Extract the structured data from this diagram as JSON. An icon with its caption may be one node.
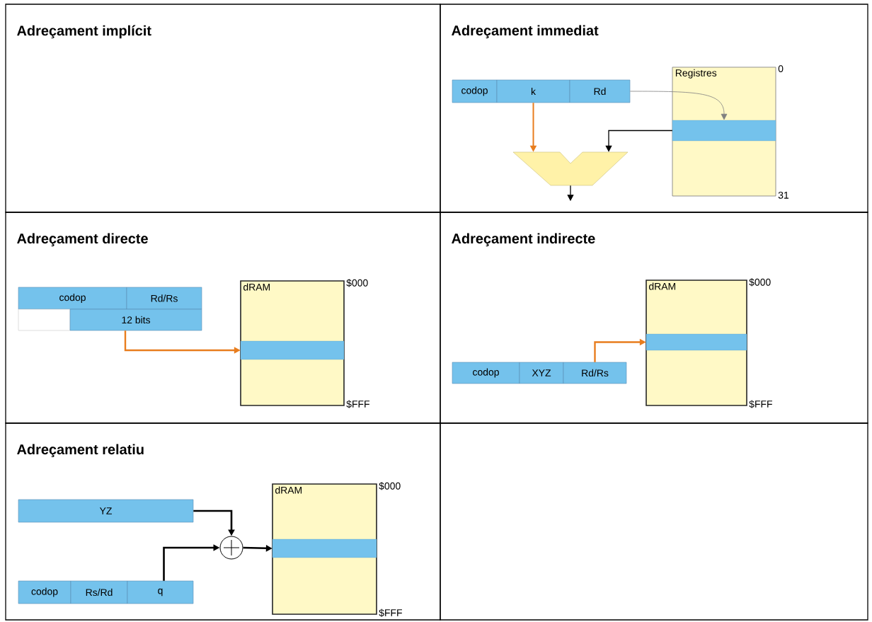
{
  "diagram": {
    "nodes": [
      {
        "text": [
          "Adreçament implícit"
        ]
      },
      {
        "text": [
          "Adreçament immediat"
        ]
      },
      {
        "text": [
          "codop"
        ],
        "in": 1
      },
      {
        "text": [
          "k"
        ],
        "in": 1
      },
      {
        "text": [
          "Rd"
        ],
        "in": 1
      },
      {
        "text": [
          "Registres"
        ],
        "in": 1,
        "beside": [
          "0",
          "31"
        ]
      },
      {
        "text": [],
        "shape": "box",
        "in": 5
      },
      {
        "text": [],
        "shape": "trapezoid",
        "in": 1
      },
      {
        "text": [
          "Adreçament directe"
        ]
      },
      {
        "text": [
          "codop"
        ],
        "in": 8
      },
      {
        "text": [
          "Rd/Rs"
        ],
        "in": 8
      },
      {
        "text": [],
        "shape": "box",
        "in": 8
      },
      {
        "text": [
          "12 bits"
        ],
        "in": 8
      },
      {
        "text": [
          "dRAM"
        ],
        "in": 8,
        "beside": [
          "$000",
          "$FFF"
        ]
      },
      {
        "text": [],
        "shape": "box",
        "in": 13
      },
      {
        "text": [
          "Adreçament indirecte"
        ]
      },
      {
        "text": [
          "dRAM"
        ],
        "in": 15,
        "beside": [
          "$000",
          "$FFF"
        ]
      },
      {
        "text": [],
        "shape": "box",
        "in": 16
      },
      {
        "text": [
          "codop"
        ],
        "in": 15
      },
      {
        "text": [
          "XYZ"
        ],
        "in": 15
      },
      {
        "text": [
          "Rd/Rs"
        ],
        "in": 15
      },
      {
        "text": [
          "Adreçament relatiu"
        ]
      },
      {
        "text": [
          "YZ"
        ],
        "in": 21
      },
      {
        "text": [
          "dRAM"
        ],
        "in": 21,
        "beside": [
          "$000",
          "$FFF"
        ]
      },
      {
        "text": [],
        "shape": "box",
        "in": 23
      },
      {
        "text": [],
        "shape": "circle",
        "in": 21
      },
      {
        "text": [
          "codop"
        ],
        "in": 21
      },
      {
        "text": [
          "Rs/Rd"
        ],
        "in": 21
      },
      {
        "text": [
          "q"
        ],
        "in": 21
      },
      {
        "text": [],
        "shape": "box"
      }
    ],
    "edges": [
      {
        "from": 3,
        "to": 7,
        "arrow": "to",
        "color": "#e87d1e"
      },
      {
        "from": 4,
        "to": 6,
        "arrow": "to",
        "color": "#808080"
      },
      {
        "from": 6,
        "to": 7,
        "arrow": "to"
      },
      {
        "from": 7,
        "to": null,
        "arrow": "to"
      },
      {
        "from": 12,
        "to": 14,
        "arrow": "to",
        "color": "#e87d1e"
      },
      {
        "from": 20,
        "to": 17,
        "arrow": "to",
        "color": "#e87d1e"
      },
      {
        "from": 22,
        "to": 25,
        "arrow": "to"
      },
      {
        "from": 28,
        "to": 25,
        "arrow": "to"
      },
      {
        "from": 25,
        "to": 24,
        "arrow": "to"
      }
    ]
  }
}
